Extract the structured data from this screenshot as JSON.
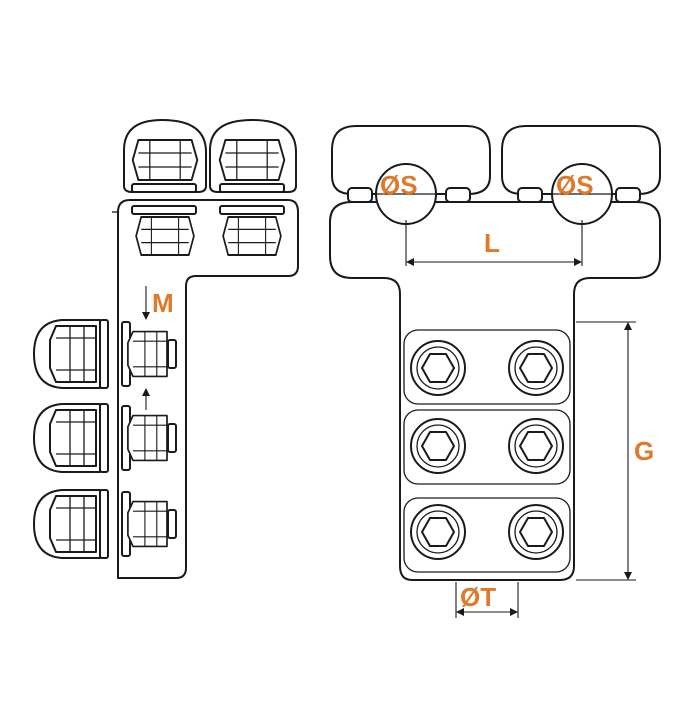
{
  "colors": {
    "label": "#e07a2a",
    "line": "#1a1a1a",
    "background": "#ffffff"
  },
  "labels": {
    "m": "M",
    "os_left": "ØS",
    "os_right": "ØS",
    "l": "L",
    "g": "G",
    "ot": "ØT"
  }
}
